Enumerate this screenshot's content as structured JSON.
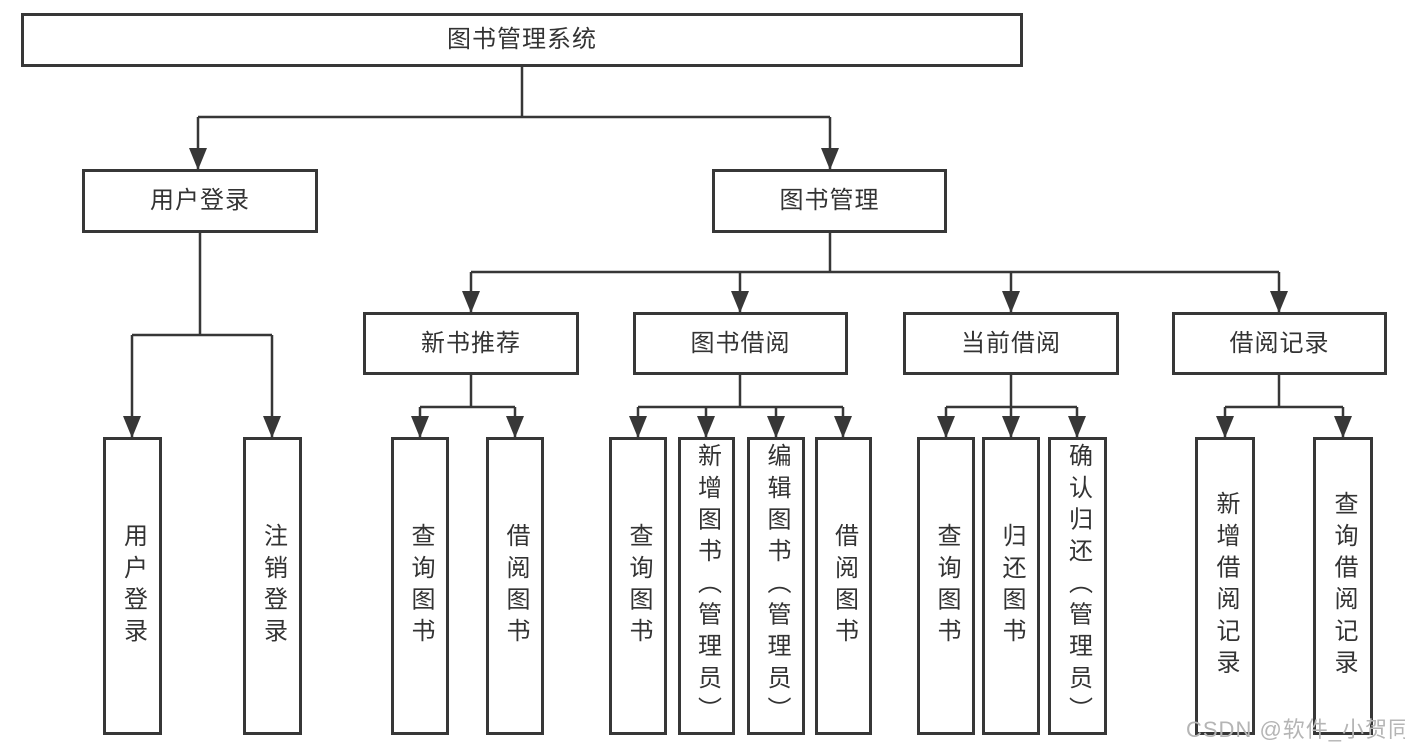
{
  "diagram": {
    "type": "hierarchy-tree",
    "colors": {
      "line": "#373737",
      "box_border": "#373737",
      "text": "#333333",
      "background": "#ffffff",
      "watermark": "#b5b5b5"
    },
    "nodes": {
      "root": "图书管理系统",
      "user_login": "用户登录",
      "book_management": "图书管理",
      "ul_login": "用户登录",
      "ul_logout": "注销登录",
      "new_book_rec": "新书推荐",
      "nbr_query": "查询图书",
      "nbr_borrow": "借阅图书",
      "book_borrow": "图书借阅",
      "bb_query": "查询图书",
      "bb_add": "新增图书（管理员）",
      "bb_edit": "编辑图书（管理员）",
      "bb_borrow": "借阅图书",
      "current_borrow": "当前借阅",
      "cb_query": "查询图书",
      "cb_return": "归还图书",
      "cb_confirm": "确认归还（管理员）",
      "borrow_record": "借阅记录",
      "br_add": "新增借阅记录",
      "br_query": "查询借阅记录"
    },
    "hierarchy": {
      "图书管理系统": [
        "用户登录",
        "图书管理"
      ],
      "用户登录": [
        "用户登录",
        "注销登录"
      ],
      "图书管理": [
        "新书推荐",
        "图书借阅",
        "当前借阅",
        "借阅记录"
      ],
      "新书推荐": [
        "查询图书",
        "借阅图书"
      ],
      "图书借阅": [
        "查询图书",
        "新增图书（管理员）",
        "编辑图书（管理员）",
        "借阅图书"
      ],
      "当前借阅": [
        "查询图书",
        "归还图书",
        "确认归还（管理员）"
      ],
      "借阅记录": [
        "新增借阅记录",
        "查询借阅记录"
      ]
    },
    "watermark": "CSDN @软件_小贺同学"
  }
}
